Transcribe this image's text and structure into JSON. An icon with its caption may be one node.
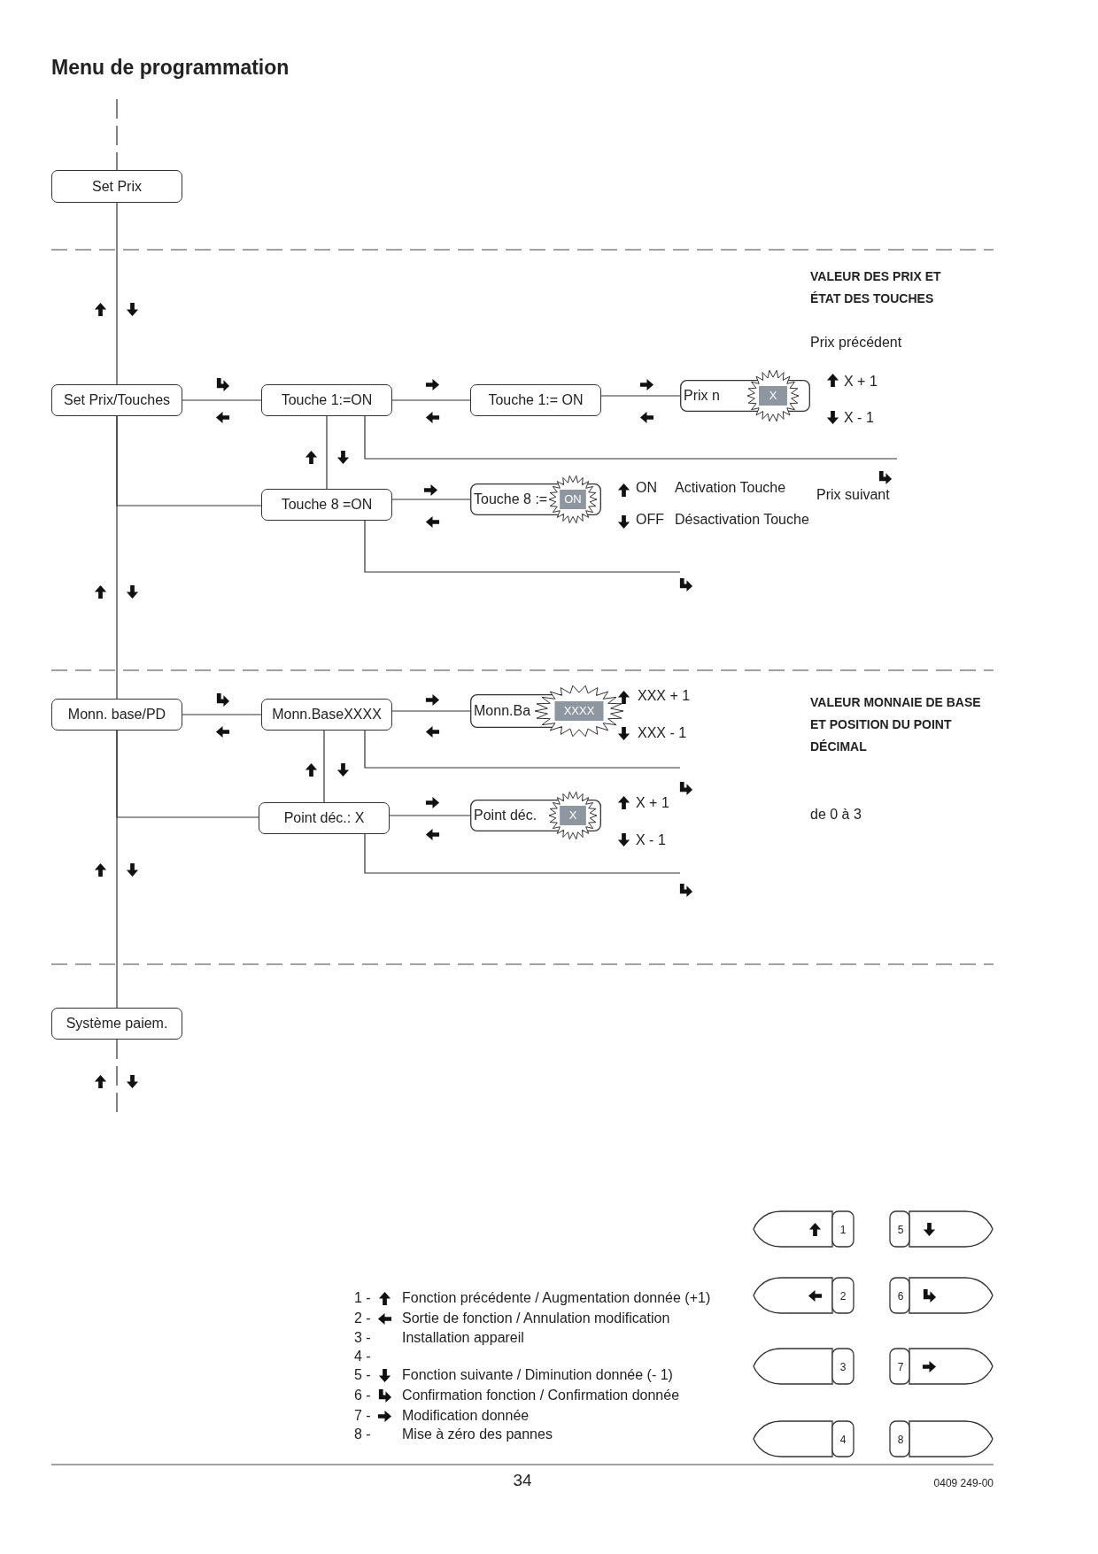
{
  "diagram": {
    "title": "Menu de programmation",
    "nodes": [
      {
        "text": [
          "Set Prix"
        ]
      },
      {
        "text": [
          "Set Prix/Touches"
        ]
      },
      {
        "text": [
          "Touche 1:=ON"
        ]
      },
      {
        "text": [
          "Touche 1:= ON"
        ]
      },
      {
        "text": [
          "Prix n",
          "X"
        ]
      },
      {
        "text": [
          "Touche 8 =ON"
        ]
      },
      {
        "text": [
          "Touche 8 :=",
          "ON"
        ]
      },
      {
        "text": [
          "Monn. base/PD"
        ]
      },
      {
        "text": [
          "Monn.BaseXXXX"
        ]
      },
      {
        "text": [
          "Monn.Ba",
          "XXXX"
        ]
      },
      {
        "text": [
          "Point déc.: X"
        ]
      },
      {
        "text": [
          "Point déc.",
          "X"
        ]
      },
      {
        "text": [
          "Système paiem."
        ]
      },
      {
        "text": [
          "1"
        ]
      },
      {
        "text": [
          "5"
        ]
      },
      {
        "text": [
          "2"
        ]
      },
      {
        "text": [
          "6"
        ]
      },
      {
        "text": [
          "3"
        ]
      },
      {
        "text": [
          "7"
        ]
      },
      {
        "text": [
          "4"
        ]
      },
      {
        "text": [
          "8"
        ]
      }
    ],
    "edges": [
      {
        "from": null,
        "to": 0,
        "arrow": "none",
        "style": "dashed"
      },
      {
        "from": 0,
        "to": 1,
        "arrow": "none"
      },
      {
        "from": 1,
        "to": 2,
        "arrow": "none"
      },
      {
        "from": 2,
        "to": 3,
        "arrow": "none"
      },
      {
        "from": 3,
        "to": 4,
        "arrow": "none"
      },
      {
        "from": 2,
        "to": null,
        "arrow": "none"
      },
      {
        "from": 2,
        "to": 5,
        "arrow": "none"
      },
      {
        "from": 1,
        "to": 5,
        "arrow": "none"
      },
      {
        "from": 5,
        "to": 6,
        "arrow": "none"
      },
      {
        "from": 5,
        "to": null,
        "arrow": "none"
      },
      {
        "from": 1,
        "to": 7,
        "arrow": "none"
      },
      {
        "from": 7,
        "to": 8,
        "arrow": "none"
      },
      {
        "from": 8,
        "to": 9,
        "arrow": "none"
      },
      {
        "from": 8,
        "to": null,
        "arrow": "none"
      },
      {
        "from": 8,
        "to": 10,
        "arrow": "none"
      },
      {
        "from": 7,
        "to": 10,
        "arrow": "none"
      },
      {
        "from": 10,
        "to": 11,
        "arrow": "none"
      },
      {
        "from": 10,
        "to": null,
        "arrow": "none"
      },
      {
        "from": 7,
        "to": 12,
        "arrow": "none"
      },
      {
        "from": 12,
        "to": null,
        "arrow": "none",
        "style": "dashed"
      }
    ],
    "labels": [
      "VALEUR DES PRIX ET ÉTAT DES TOUCHES",
      "Prix précédent",
      "X + 1",
      "X - 1",
      "Prix suivant",
      "ON",
      "Activation Touche",
      "OFF",
      "Désactivation Touche",
      "XXX + 1",
      "XXX - 1",
      "VALEUR MONNAIE DE BASE ET POSITION DU POINT DÉCIMAL",
      "X + 1",
      "X - 1",
      "de 0 à 3",
      "1 -",
      "Fonction précédente / Augmentation donnée (+1)",
      "2 -",
      "Sortie de fonction / Annulation modification",
      "3 -",
      "Installation appareil",
      "4 -",
      "5 -",
      "Fonction suivante / Diminution donnée (- 1)",
      "6 -",
      "Confirmation fonction / Confirmation donnée",
      "7 -",
      "Modification donnée",
      "8 -",
      "Mise à zéro des pannes",
      "34",
      "0409 249-00"
    ]
  }
}
